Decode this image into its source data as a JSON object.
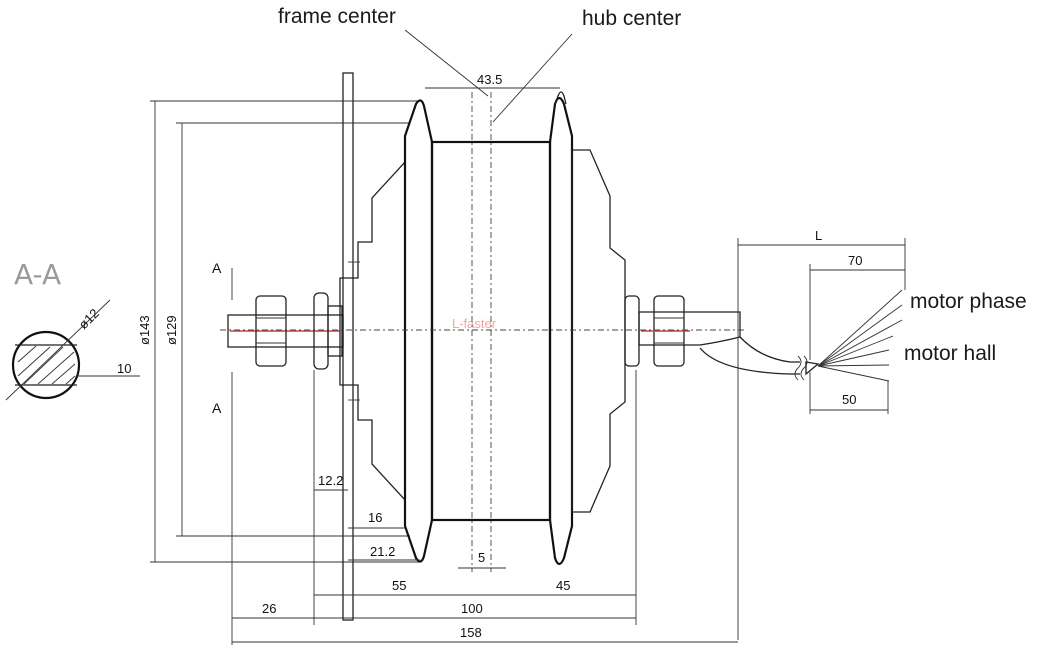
{
  "labels": {
    "frame_center": "frame center",
    "hub_center": "hub center",
    "motor_phase": "motor phase",
    "motor_hall": "motor hall",
    "section": "A-A",
    "section_mark_top": "A",
    "section_mark_bottom": "A",
    "watermark": "L-faster"
  },
  "dimensions": {
    "offset_43_5": "43.5",
    "dia_143": "ø143",
    "dia_129": "ø129",
    "dia_12": "ø12",
    "flat_10": "10",
    "cable_L": "L",
    "cable_70": "70",
    "cable_50": "50",
    "d_12_2": "12.2",
    "d_16": "16",
    "d_21_2": "21.2",
    "d_5": "5",
    "d_55": "55",
    "d_45": "45",
    "d_26": "26",
    "d_100": "100",
    "d_158": "158"
  }
}
